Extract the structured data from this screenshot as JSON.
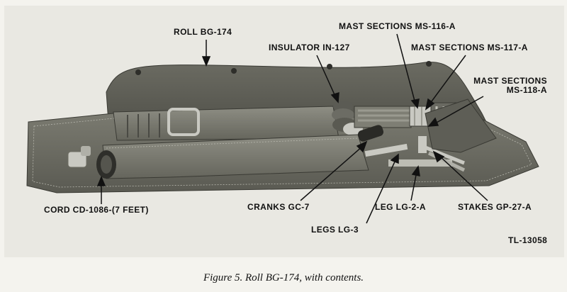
{
  "figure": {
    "caption": "Figure 5. Roll BG-174, with contents.",
    "plate_id": "TL-13058"
  },
  "labels": {
    "roll": "ROLL BG-174",
    "insulator": "INSULATOR IN-127",
    "mast_116": "MAST SECTIONS MS-116-A",
    "mast_117": "MAST SECTIONS MS-117-A",
    "mast_118_line1": "MAST SECTIONS",
    "mast_118_line2": "MS-118-A",
    "cord": "CORD CD-1086-(7 FEET)",
    "cranks": "CRANKS GC-7",
    "legs": "LEGS LG-3",
    "leg": "LEG LG-2-A",
    "stakes": "STAKES GP-27-A"
  },
  "colors": {
    "canvas_dark": "#54544c",
    "canvas_mid": "#6e6e64",
    "canvas_light": "#8a8a80",
    "stitch": "#b8b8ae",
    "metal": "#c9c9c2",
    "shadow": "#2e2e2a"
  }
}
